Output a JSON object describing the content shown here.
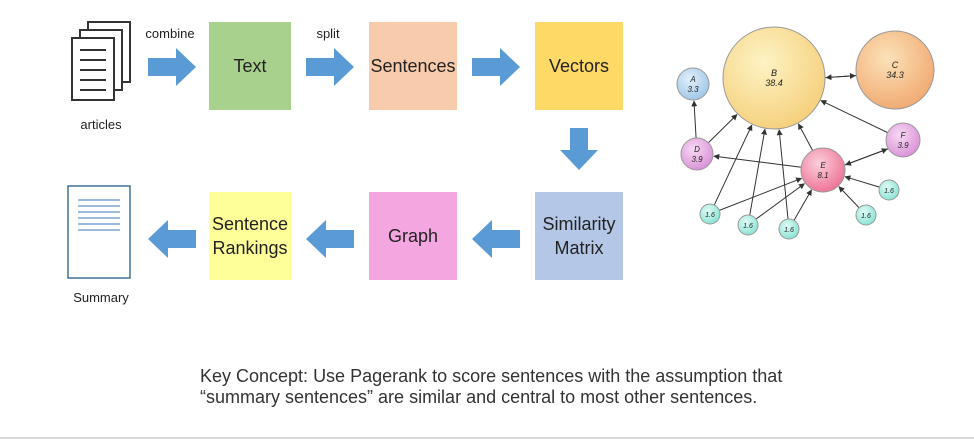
{
  "pipeline": {
    "combine_label": "combine",
    "split_label": "split",
    "articles_label": "articles",
    "summary_label": "Summary",
    "text_box": "Text",
    "sentences_box": "Sentences",
    "vectors_box": "Vectors",
    "similarity_box_line1": "Similarity",
    "similarity_box_line2": "Matrix",
    "graph_box": "Graph",
    "rankings_box_line1": "Sentence",
    "rankings_box_line2": "Rankings"
  },
  "colors": {
    "text_box": "#a9d18e",
    "sentences_box": "#f8cbad",
    "vectors_box": "#ffd966",
    "similarity_box": "#b4c7e7",
    "graph_box": "#f4a6e0",
    "rankings_box": "#ffff99",
    "arrow": "#5b9bd5"
  },
  "graph": {
    "nodes": [
      {
        "id": "A",
        "name": "A",
        "score": "3.3"
      },
      {
        "id": "B",
        "name": "B",
        "score": "38.4"
      },
      {
        "id": "C",
        "name": "C",
        "score": "34.3"
      },
      {
        "id": "D",
        "name": "D",
        "score": "3.9"
      },
      {
        "id": "E",
        "name": "E",
        "score": "8.1"
      },
      {
        "id": "F",
        "name": "F",
        "score": "3.9"
      },
      {
        "id": "n1",
        "name": "",
        "score": "1.6"
      },
      {
        "id": "n2",
        "name": "",
        "score": "1.6"
      },
      {
        "id": "n3",
        "name": "",
        "score": "1.6"
      },
      {
        "id": "n4",
        "name": "",
        "score": "1.6"
      },
      {
        "id": "n5",
        "name": "",
        "score": "1.6"
      }
    ]
  },
  "caption": {
    "line1": "Key Concept: Use Pagerank to score sentences with the assumption that",
    "line2": "“summary sentences” are similar and central to most other sentences."
  }
}
